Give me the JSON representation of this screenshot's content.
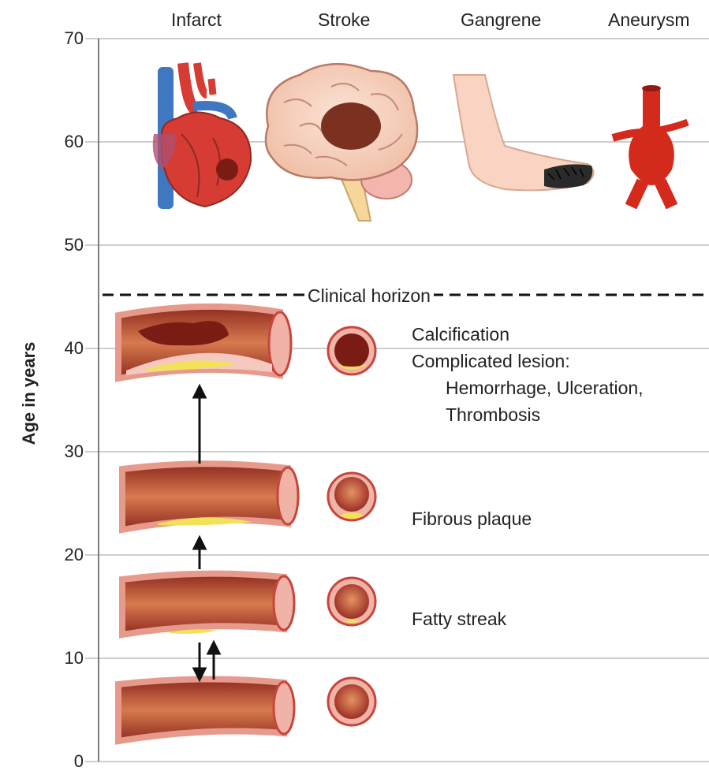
{
  "axis": {
    "ylabel": "Age in years",
    "ticks": [
      "0",
      "10",
      "20",
      "30",
      "40",
      "50",
      "60",
      "70"
    ]
  },
  "columns": [
    "Infarct",
    "Stroke",
    "Gangrene",
    "Aneurysm"
  ],
  "horizon_label": "Clinical horizon",
  "stages": {
    "complicated": {
      "line1": "Calcification",
      "line2": "Complicated lesion:",
      "line3": "Hemorrhage, Ulceration,",
      "line4": "Thrombosis"
    },
    "fibrous": "Fibrous plaque",
    "fatty": "Fatty streak"
  },
  "colors": {
    "artery": "#c8453a",
    "artery_inner": "#9c2f24",
    "wall_pink": "#f1b3a8",
    "plaque": "#f2e25a",
    "blood_clot": "#7a1c14",
    "heart_red": "#d63b34",
    "vein_blue": "#3f78c0"
  }
}
